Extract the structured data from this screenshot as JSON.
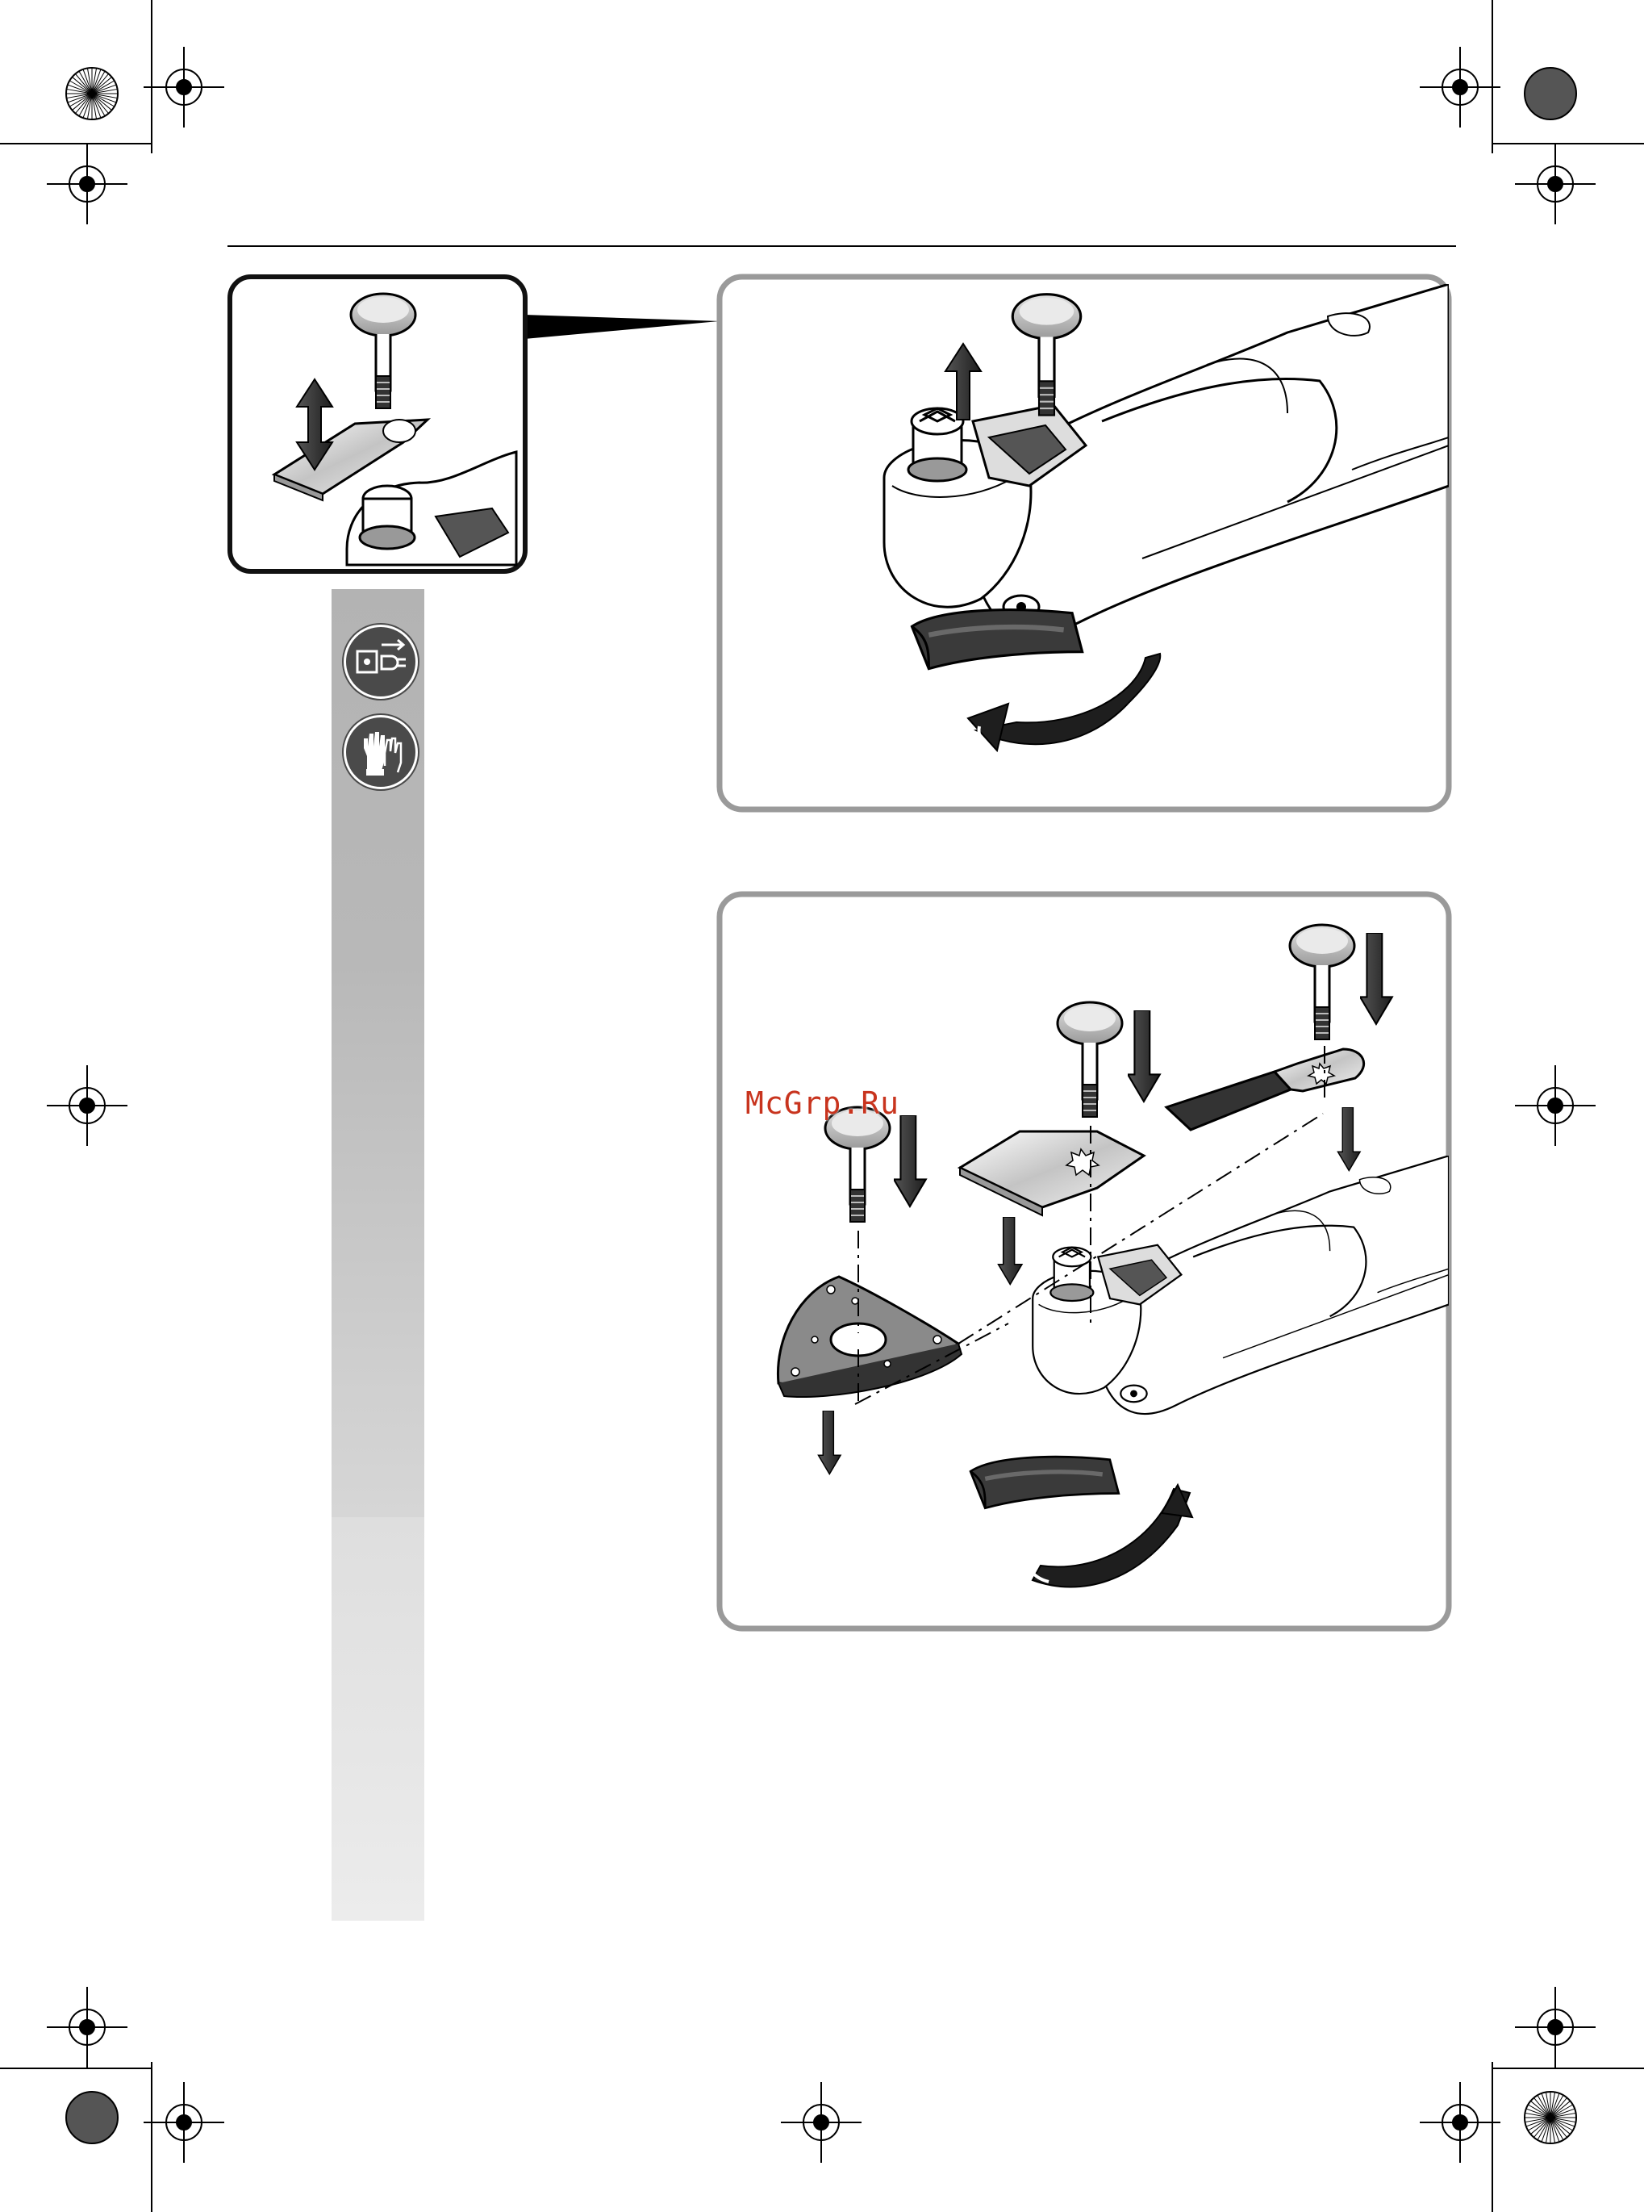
{
  "watermark": "McGrp.Ru",
  "icons": [
    {
      "name": "disconnect-plug-icon"
    },
    {
      "name": "protective-gloves-icon"
    }
  ],
  "figures": [
    {
      "name": "remove-clamping-screw-figure"
    },
    {
      "name": "insert-accessory-figure"
    }
  ],
  "colors": {
    "frame_outline": "#9a9a9a",
    "inset_outline": "#1a1a1a",
    "sidebar_gray": "#b5b5b5",
    "icon_dark": "#4a4a4a",
    "watermark_red": "#c8341e",
    "arrow_dark": "#2b2b2b"
  }
}
